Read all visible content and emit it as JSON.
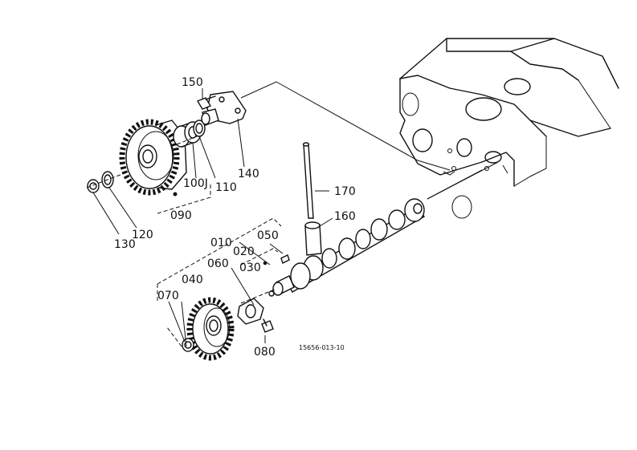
{
  "diagram": {
    "drawing_code": "15656-013-10",
    "parts": [
      {
        "no": "010"
      },
      {
        "no": "020"
      },
      {
        "no": "030"
      },
      {
        "no": "040"
      },
      {
        "no": "050"
      },
      {
        "no": "060"
      },
      {
        "no": "070"
      },
      {
        "no": "080"
      },
      {
        "no": "090"
      },
      {
        "no": "100J"
      },
      {
        "no": "110"
      },
      {
        "no": "120"
      },
      {
        "no": "130"
      },
      {
        "no": "140"
      },
      {
        "no": "150"
      },
      {
        "no": "160"
      },
      {
        "no": "170"
      }
    ]
  }
}
